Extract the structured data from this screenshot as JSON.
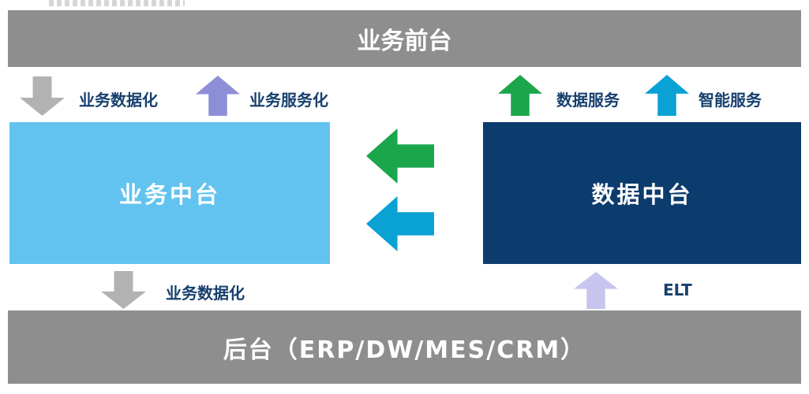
{
  "bars": {
    "front": "业务前台",
    "back": "后台（ERP/DW/MES/CRM）"
  },
  "boxes": {
    "business": "业务中台",
    "data": "数据中台"
  },
  "arrow_labels": {
    "top_left_down": "业务数据化",
    "top_left_up": "业务服务化",
    "top_right_green": "数据服务",
    "top_right_cyan": "智能服务",
    "bottom_left_down": "业务数据化",
    "bottom_right_up": "ELT"
  },
  "colors": {
    "bar_gray": "#8e8e8e",
    "box_light_blue": "#63c3f0",
    "box_navy": "#0c3c6e",
    "arrow_green": "#1ca64c",
    "arrow_cyan": "#0aa2d5",
    "arrow_purple": "#8d8fd6",
    "arrow_lavender": "#c7c5ee",
    "arrow_gray": "#b2b2b2",
    "label_text": "#17406e"
  }
}
